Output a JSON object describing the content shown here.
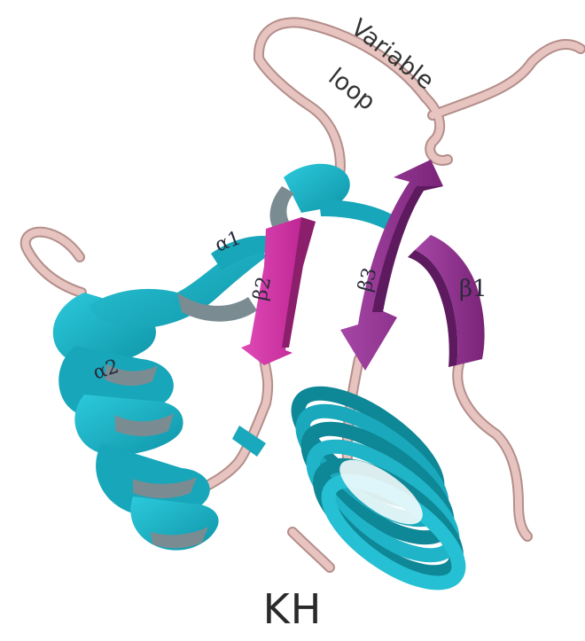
{
  "labels": {
    "variable_loop_line1": "Variable",
    "variable_loop_line2": "loop",
    "alpha1": "α1",
    "alpha2": "α2",
    "beta1": "β1",
    "beta2": "β2",
    "beta3": "β3",
    "title": "KH"
  },
  "colors": {
    "helix": "#19b3c9",
    "helix_dark": "#0e8796",
    "helix_shade": "#7a8c92",
    "strand_magenta": "#cc2c9e",
    "strand_purple": "#8a2c8a",
    "loop": "#e6c0bc",
    "loop_edge": "#b38e8a"
  }
}
